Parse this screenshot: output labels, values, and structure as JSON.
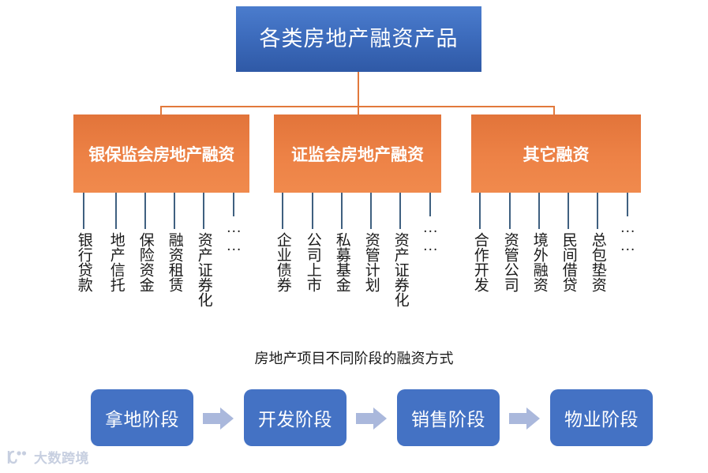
{
  "diagram": {
    "title": {
      "label": "各类房地产融资产品"
    },
    "categories": [
      {
        "label": "银保监会房地产融资",
        "leaves": [
          {
            "label": "银行贷款"
          },
          {
            "label": "地产信托"
          },
          {
            "label": "保险资金"
          },
          {
            "label": "融资租赁"
          },
          {
            "label": "资产证券化"
          },
          {
            "label": "……"
          }
        ]
      },
      {
        "label": "证监会房地产融资",
        "leaves": [
          {
            "label": "企业债券"
          },
          {
            "label": "公司上市"
          },
          {
            "label": "私募基金"
          },
          {
            "label": "资管计划"
          },
          {
            "label": "资产证券化"
          },
          {
            "label": "……"
          }
        ]
      },
      {
        "label": "其它融资",
        "leaves": [
          {
            "label": "合作开发"
          },
          {
            "label": "资管公司"
          },
          {
            "label": "境外融资"
          },
          {
            "label": "民间借贷"
          },
          {
            "label": "总包垫资"
          },
          {
            "label": "……"
          }
        ]
      }
    ],
    "caption": "房地产项目不同阶段的融资方式",
    "stages": [
      {
        "label": "拿地阶段"
      },
      {
        "label": "开发阶段"
      },
      {
        "label": "销售阶段"
      },
      {
        "label": "物业阶段"
      }
    ]
  },
  "watermark": {
    "text": "大数跨境"
  },
  "colors": {
    "title_blue": "#3d6cbd",
    "category_orange": "#ed8246",
    "connector_orange": "#e2793c",
    "tick_blue": "#3f6080",
    "stage_blue": "#4472c4",
    "arrow_blue": "#aab8dc",
    "background": "#ffffff",
    "text_dark": "#1a1a1a",
    "text_light": "#ffffff",
    "watermark_grey": "#9aa8c8"
  }
}
